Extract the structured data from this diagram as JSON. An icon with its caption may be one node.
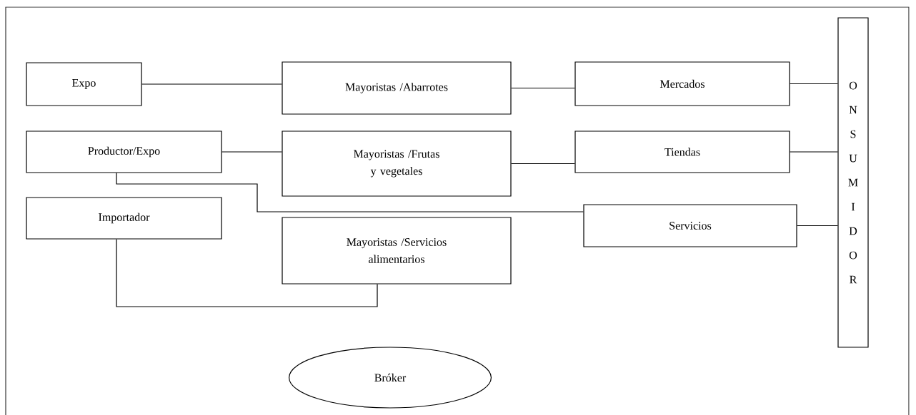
{
  "diagram": {
    "nodes": [
      {
        "text": [
          "Expo"
        ]
      },
      {
        "text": [
          "Mayoristas /Abarrotes"
        ]
      },
      {
        "text": [
          "Mercados"
        ]
      },
      {
        "text": [
          "O N S U M I D O R"
        ]
      },
      {
        "text": [
          "Productor/Expo"
        ]
      },
      {
        "text": [
          "Mayoristas /Frutas y vegetales"
        ]
      },
      {
        "text": [
          "Tiendas"
        ]
      },
      {
        "text": [
          "Importador"
        ]
      },
      {
        "text": [
          "Mayoristas /Servicios alimentarios"
        ]
      },
      {
        "text": [
          "Servicios"
        ]
      },
      {
        "text": [
          "Bróker"
        ]
      }
    ],
    "edges": [
      {
        "from": 0,
        "to": 1,
        "arrow": "none"
      },
      {
        "from": 1,
        "to": 2,
        "arrow": "none"
      },
      {
        "from": 2,
        "to": 3,
        "arrow": "none"
      },
      {
        "from": 4,
        "to": 5,
        "arrow": "none"
      },
      {
        "from": 5,
        "to": 6,
        "arrow": "none"
      },
      {
        "from": 6,
        "to": 3,
        "arrow": "none"
      },
      {
        "from": 4,
        "to": 9,
        "arrow": "none"
      },
      {
        "from": 9,
        "to": 3,
        "arrow": "none"
      },
      {
        "from": 7,
        "to": 8,
        "arrow": "none"
      }
    ]
  }
}
